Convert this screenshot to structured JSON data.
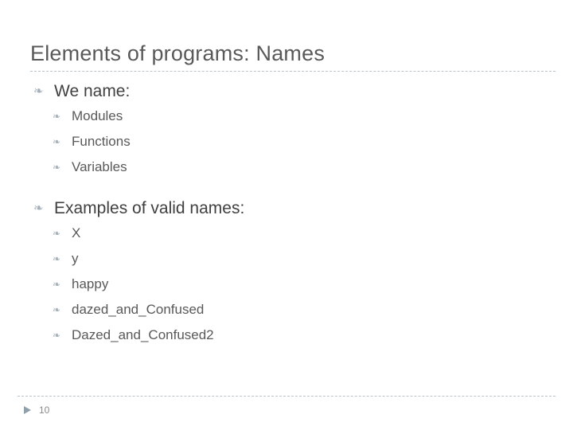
{
  "slide": {
    "title": "Elements of programs: Names",
    "bullet_glyph": "❧",
    "sections": [
      {
        "heading": "We name:",
        "items": [
          "Modules",
          "Functions",
          "Variables"
        ]
      },
      {
        "heading": "Examples of valid names:",
        "items": [
          "X",
          "y",
          "happy",
          "dazed_and_Confused",
          "Dazed_and_Confused2"
        ]
      }
    ],
    "page_number": "10",
    "colors": {
      "title": "#595959",
      "body": "#404040",
      "sub": "#595959",
      "bullet": "#a6b1ba",
      "rule": "#b9c4cc",
      "marker": "#8fa0ad"
    }
  }
}
